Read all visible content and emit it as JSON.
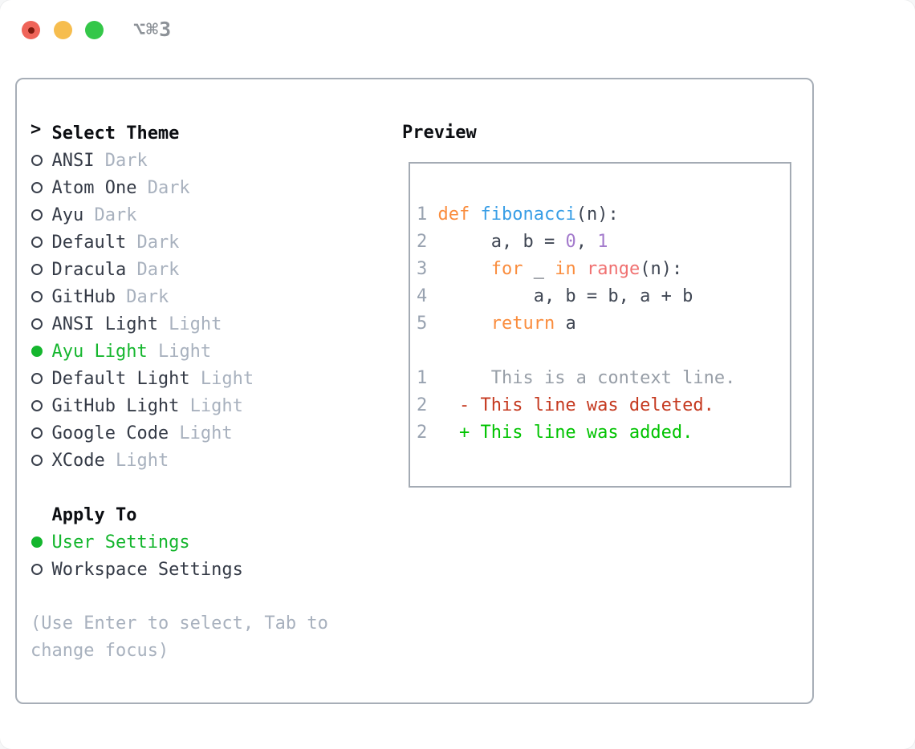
{
  "window": {
    "title": "⌥⌘3"
  },
  "titlebar": {
    "buttons": [
      {
        "name": "close"
      },
      {
        "name": "minimize"
      },
      {
        "name": "zoom"
      }
    ]
  },
  "theme_picker": {
    "header_marker": "> ",
    "header": "Select Theme",
    "items": [
      {
        "name": "ANSI",
        "variant": "Dark",
        "selected": false
      },
      {
        "name": "Atom One",
        "variant": "Dark",
        "selected": false
      },
      {
        "name": "Ayu",
        "variant": "Dark",
        "selected": false
      },
      {
        "name": "Default",
        "variant": "Dark",
        "selected": false
      },
      {
        "name": "Dracula",
        "variant": "Dark",
        "selected": false
      },
      {
        "name": "GitHub",
        "variant": "Dark",
        "selected": false
      },
      {
        "name": "ANSI Light",
        "variant": "Light",
        "selected": false
      },
      {
        "name": "Ayu Light",
        "variant": "Light",
        "selected": true
      },
      {
        "name": "Default Light",
        "variant": "Light",
        "selected": false
      },
      {
        "name": "GitHub Light",
        "variant": "Light",
        "selected": false
      },
      {
        "name": "Google Code",
        "variant": "Light",
        "selected": false
      },
      {
        "name": "XCode",
        "variant": "Light",
        "selected": false
      }
    ]
  },
  "apply_to": {
    "header": "Apply To",
    "options": [
      {
        "label": "User Settings",
        "selected": true
      },
      {
        "label": "Workspace Settings",
        "selected": false
      }
    ]
  },
  "hint": "(Use Enter to select, Tab to change focus)",
  "preview": {
    "title": "Preview",
    "lines": [
      {
        "segments": [
          {
            "text": "1 ",
            "color": "line_number"
          },
          {
            "text": "def",
            "color": "keyword"
          },
          {
            "text": " ",
            "color": "code_fg"
          },
          {
            "text": "fibonacci",
            "color": "function"
          },
          {
            "text": "(n):",
            "color": "code_fg"
          }
        ]
      },
      {
        "segments": [
          {
            "text": "2",
            "color": "line_number"
          },
          {
            "text": "      a, b = ",
            "color": "code_fg"
          },
          {
            "text": "0",
            "color": "number"
          },
          {
            "text": ", ",
            "color": "code_fg"
          },
          {
            "text": "1",
            "color": "number"
          }
        ]
      },
      {
        "segments": [
          {
            "text": "3",
            "color": "line_number"
          },
          {
            "text": "      ",
            "color": "code_fg"
          },
          {
            "text": "for",
            "color": "keyword"
          },
          {
            "text": " _ ",
            "color": "code_fg"
          },
          {
            "text": "in",
            "color": "keyword"
          },
          {
            "text": " ",
            "color": "code_fg"
          },
          {
            "text": "range",
            "color": "builtin"
          },
          {
            "text": "(n):",
            "color": "code_fg"
          }
        ]
      },
      {
        "segments": [
          {
            "text": "4",
            "color": "line_number"
          },
          {
            "text": "          a, b = b, a + b",
            "color": "code_fg"
          }
        ]
      },
      {
        "segments": [
          {
            "text": "5",
            "color": "line_number"
          },
          {
            "text": "      ",
            "color": "code_fg"
          },
          {
            "text": "return",
            "color": "keyword"
          },
          {
            "text": " a",
            "color": "code_fg"
          }
        ]
      },
      {
        "segments": []
      },
      {
        "segments": [
          {
            "text": "1",
            "color": "line_number"
          },
          {
            "text": "      This is a context line.",
            "color": "diff_context"
          }
        ]
      },
      {
        "segments": [
          {
            "text": "2",
            "color": "line_number"
          },
          {
            "text": "   - This line was deleted.",
            "color": "diff_deleted"
          }
        ]
      },
      {
        "segments": [
          {
            "text": "2",
            "color": "line_number"
          },
          {
            "text": "   + This line was added.",
            "color": "diff_added"
          }
        ]
      }
    ]
  },
  "colors": {
    "selection_green": "#15b62e",
    "line_number": "#98a2b0",
    "keyword": "#fa8d3e",
    "function": "#399ee6",
    "number": "#a37acc",
    "builtin": "#f07171",
    "code_fg": "#3f4653",
    "diff_context": "#979ea7",
    "diff_deleted": "#c53a20",
    "diff_added": "#00c300",
    "muted_text": "#a8b1be",
    "title_gray": "#8d9298",
    "traffic_red": "#ef6459",
    "traffic_red_dot": "#7f1a0e",
    "traffic_yellow": "#f6bd4e",
    "traffic_green": "#34c749"
  }
}
